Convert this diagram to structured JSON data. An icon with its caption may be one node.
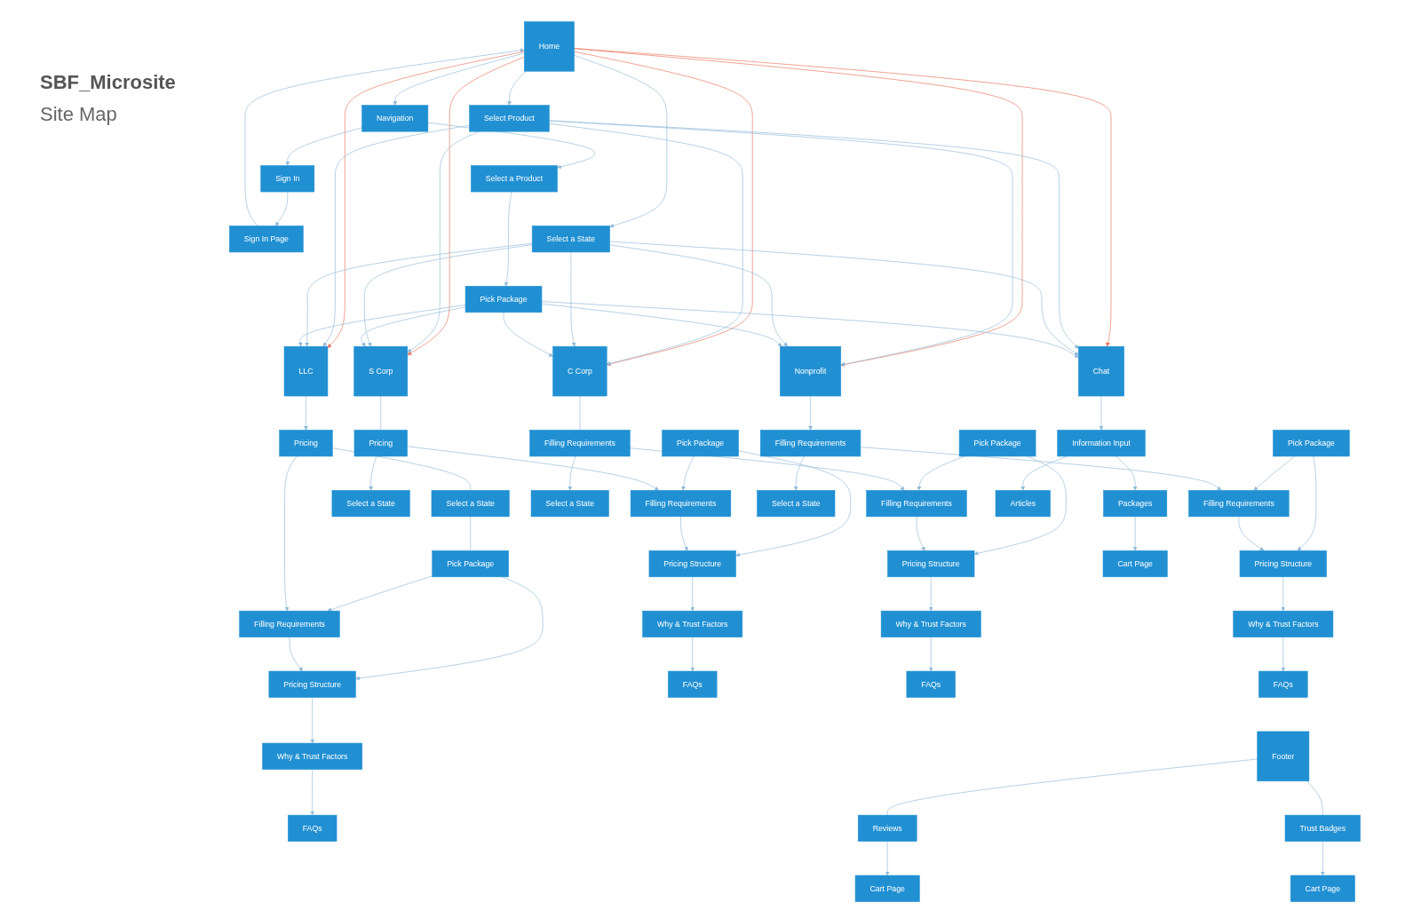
{
  "diagram": {
    "title": "SBF_Microsite",
    "nodes": [
      {
        "text": [
          "Home"
        ]
      },
      {
        "text": [
          "Navigation"
        ]
      },
      {
        "text": [
          "Sign In"
        ]
      },
      {
        "text": [
          "Sign In Page"
        ]
      },
      {
        "text": [
          "Select a Product"
        ]
      },
      {
        "text": [
          "Pick Package"
        ]
      },
      {
        "text": [
          "Select Product"
        ]
      },
      {
        "text": [
          "Select a State"
        ]
      },
      {
        "text": [
          "LLC"
        ]
      },
      {
        "text": [
          "Select a State"
        ]
      },
      {
        "text": [
          "Pick Package"
        ]
      },
      {
        "text": [
          "Pricing"
        ]
      },
      {
        "text": [
          "Filling Requirements"
        ]
      },
      {
        "text": [
          "Pricing Structure"
        ]
      },
      {
        "text": [
          "Why & Trust Factors"
        ]
      },
      {
        "text": [
          "FAQs"
        ]
      },
      {
        "text": [
          "S Corp"
        ]
      },
      {
        "text": [
          "Select a State"
        ]
      },
      {
        "text": [
          "Pick Package"
        ]
      },
      {
        "text": [
          "Pricing"
        ]
      },
      {
        "text": [
          "Filling Requirements"
        ]
      },
      {
        "text": [
          "Pricing Structure"
        ]
      },
      {
        "text": [
          "Why & Trust Factors"
        ]
      },
      {
        "text": [
          "FAQs"
        ]
      },
      {
        "text": [
          "C Corp"
        ]
      },
      {
        "text": [
          "Select a State"
        ]
      },
      {
        "text": [
          "Pick Package"
        ]
      },
      {
        "text": [
          "Filling Requirements"
        ]
      },
      {
        "text": [
          "Filling Requirements"
        ]
      },
      {
        "text": [
          "Pricing Structure"
        ]
      },
      {
        "text": [
          "Why & Trust Factors"
        ]
      },
      {
        "text": [
          "FAQs"
        ]
      },
      {
        "text": [
          "Nonprofit"
        ]
      },
      {
        "text": [
          "Select a State"
        ]
      },
      {
        "text": [
          "Pick Package"
        ]
      },
      {
        "text": [
          "Filling Requirements"
        ]
      },
      {
        "text": [
          "Filling Requirements"
        ]
      },
      {
        "text": [
          "Pricing Structure"
        ]
      },
      {
        "text": [
          "Why & Trust Factors"
        ]
      },
      {
        "text": [
          "FAQs"
        ]
      },
      {
        "text": [
          "Footer"
        ]
      },
      {
        "text": [
          "Reviews"
        ]
      },
      {
        "text": [
          "Trust Badges"
        ]
      },
      {
        "text": [
          "Cart Page"
        ]
      },
      {
        "text": [
          "Cart Page"
        ]
      },
      {
        "text": [
          "Chat"
        ]
      },
      {
        "text": [
          "Information Input"
        ]
      },
      {
        "text": [
          "Packages"
        ]
      },
      {
        "text": [
          "Articles"
        ]
      },
      {
        "text": [
          "Cart Page"
        ]
      }
    ],
    "edges": [
      {
        "from": 0,
        "to": 1,
        "arrow": "to"
      },
      {
        "from": 1,
        "to": 2,
        "arrow": "to"
      },
      {
        "from": 1,
        "to": 4,
        "arrow": "to"
      },
      {
        "from": 2,
        "to": 3,
        "arrow": "to"
      },
      {
        "from": 4,
        "to": 5,
        "arrow": "to"
      },
      {
        "from": 3,
        "to": 0,
        "arrow": "to"
      },
      {
        "from": 0,
        "to": 6,
        "arrow": "to"
      },
      {
        "from": 0,
        "to": 7,
        "arrow": "to"
      },
      {
        "from": 0,
        "to": 8,
        "arrow": "to",
        "color": "#e8735a"
      },
      {
        "from": 0,
        "to": 16,
        "arrow": "to",
        "color": "#e8735a"
      },
      {
        "from": 0,
        "to": 24,
        "arrow": "to",
        "color": "#e8735a"
      },
      {
        "from": 0,
        "to": 32,
        "arrow": "to",
        "color": "#e8735a"
      },
      {
        "from": 0,
        "to": 45,
        "arrow": "to",
        "color": "#e8735a"
      },
      {
        "from": 6,
        "to": 8,
        "arrow": "to"
      },
      {
        "from": 6,
        "to": 16,
        "arrow": "to"
      },
      {
        "from": 6,
        "to": 24,
        "arrow": "to"
      },
      {
        "from": 6,
        "to": 32,
        "arrow": "to"
      },
      {
        "from": 6,
        "to": 45,
        "arrow": "to"
      },
      {
        "from": 7,
        "to": 8,
        "arrow": "to"
      },
      {
        "from": 7,
        "to": 16,
        "arrow": "to"
      },
      {
        "from": 7,
        "to": 24,
        "arrow": "to"
      },
      {
        "from": 7,
        "to": 32,
        "arrow": "to"
      },
      {
        "from": 7,
        "to": 45,
        "arrow": "to"
      },
      {
        "from": 5,
        "to": 8,
        "arrow": "to"
      },
      {
        "from": 5,
        "to": 16,
        "arrow": "to"
      },
      {
        "from": 5,
        "to": 24,
        "arrow": "to"
      },
      {
        "from": 5,
        "to": 32,
        "arrow": "to"
      },
      {
        "from": 5,
        "to": 45,
        "arrow": "to"
      },
      {
        "from": 8,
        "to": 11,
        "arrow": "to"
      },
      {
        "from": 11,
        "to": 9,
        "arrow": "none"
      },
      {
        "from": 9,
        "to": 10,
        "arrow": "none"
      },
      {
        "from": 10,
        "to": 12,
        "arrow": "to"
      },
      {
        "from": 10,
        "to": 13,
        "arrow": "to"
      },
      {
        "from": 11,
        "to": 12,
        "arrow": "to"
      },
      {
        "from": 12,
        "to": 13,
        "arrow": "to"
      },
      {
        "from": 13,
        "to": 14,
        "arrow": "to"
      },
      {
        "from": 14,
        "to": 15,
        "arrow": "to"
      },
      {
        "from": 16,
        "to": 19,
        "arrow": "none"
      },
      {
        "from": 19,
        "to": 17,
        "arrow": "to"
      },
      {
        "from": 18,
        "to": 20,
        "arrow": "to"
      },
      {
        "from": 18,
        "to": 21,
        "arrow": "to"
      },
      {
        "from": 19,
        "to": 20,
        "arrow": "to"
      },
      {
        "from": 20,
        "to": 21,
        "arrow": "to"
      },
      {
        "from": 21,
        "to": 22,
        "arrow": "to"
      },
      {
        "from": 22,
        "to": 23,
        "arrow": "to"
      },
      {
        "from": 24,
        "to": 27,
        "arrow": "none"
      },
      {
        "from": 27,
        "to": 25,
        "arrow": "to"
      },
      {
        "from": 26,
        "to": 28,
        "arrow": "to"
      },
      {
        "from": 26,
        "to": 29,
        "arrow": "to"
      },
      {
        "from": 27,
        "to": 28,
        "arrow": "to"
      },
      {
        "from": 28,
        "to": 29,
        "arrow": "to"
      },
      {
        "from": 29,
        "to": 30,
        "arrow": "to"
      },
      {
        "from": 30,
        "to": 31,
        "arrow": "to"
      },
      {
        "from": 32,
        "to": 35,
        "arrow": "to"
      },
      {
        "from": 35,
        "to": 33,
        "arrow": "to"
      },
      {
        "from": 34,
        "to": 36,
        "arrow": "to"
      },
      {
        "from": 34,
        "to": 37,
        "arrow": "to"
      },
      {
        "from": 35,
        "to": 36,
        "arrow": "to"
      },
      {
        "from": 36,
        "to": 37,
        "arrow": "to"
      },
      {
        "from": 37,
        "to": 38,
        "arrow": "to"
      },
      {
        "from": 38,
        "to": 39,
        "arrow": "to"
      },
      {
        "from": 40,
        "to": 41,
        "arrow": "none"
      },
      {
        "from": 40,
        "to": 42,
        "arrow": "none"
      },
      {
        "from": 41,
        "to": 43,
        "arrow": "to"
      },
      {
        "from": 42,
        "to": 44,
        "arrow": "to"
      },
      {
        "from": 45,
        "to": 46,
        "arrow": "to"
      },
      {
        "from": 46,
        "to": 47,
        "arrow": "to"
      },
      {
        "from": 46,
        "to": 48,
        "arrow": "to"
      },
      {
        "from": 47,
        "to": 49,
        "arrow": "to"
      }
    ],
    "labels": [
      "Site Map"
    ]
  }
}
